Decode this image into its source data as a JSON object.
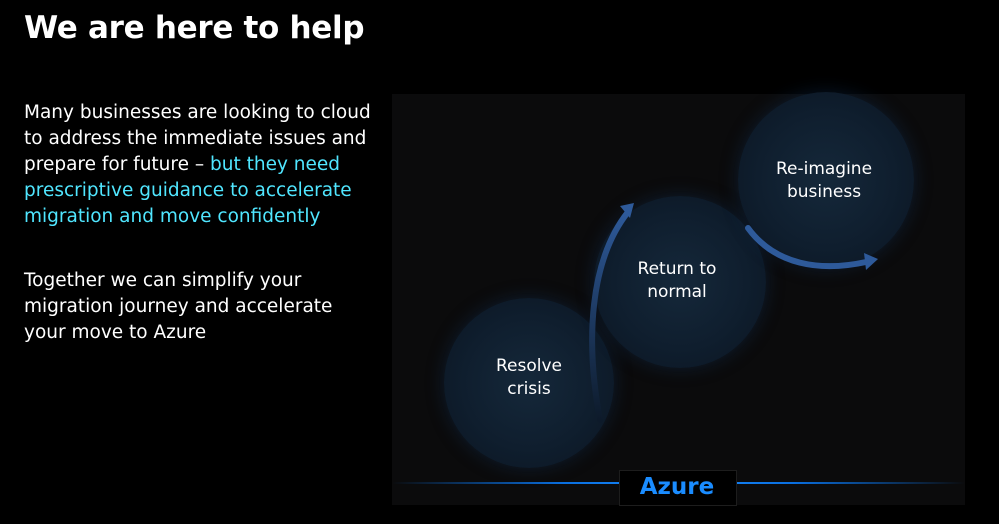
{
  "page": {
    "title": "We are here to help",
    "paragraph1": {
      "lead": "Many businesses are looking to cloud to address the immediate issues and prepare for future –",
      "highlight": "but they need prescriptive guidance to accelerate migration and move confidently"
    },
    "paragraph2": "Together we can simplify your migration journey and accelerate your move to Azure"
  },
  "diagram": {
    "stages": [
      {
        "label": "Resolve crisis"
      },
      {
        "label": "Return to normal"
      },
      {
        "label": "Re-imagine business"
      }
    ],
    "platform_label": "Azure"
  },
  "colors": {
    "background": "#000000",
    "text": "#ffffff",
    "highlight": "#50e6ff",
    "azure": "#1a8cff",
    "circle": "#0f1e2e",
    "arrow": "#2e5a9a"
  }
}
